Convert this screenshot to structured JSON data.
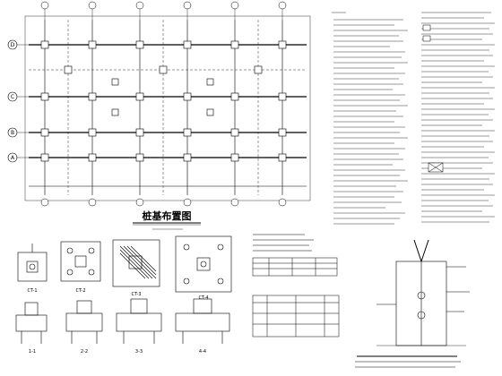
{
  "drawing": {
    "plan_title": "桩基布置图",
    "plan_scale": "",
    "row_axes": [
      "D",
      "C",
      "B",
      "A"
    ],
    "detail_labels": [
      "CT-1",
      "CT-2",
      "CT-3",
      "CT-4",
      "1-1",
      "2-2",
      "3-3",
      "4-4"
    ]
  }
}
